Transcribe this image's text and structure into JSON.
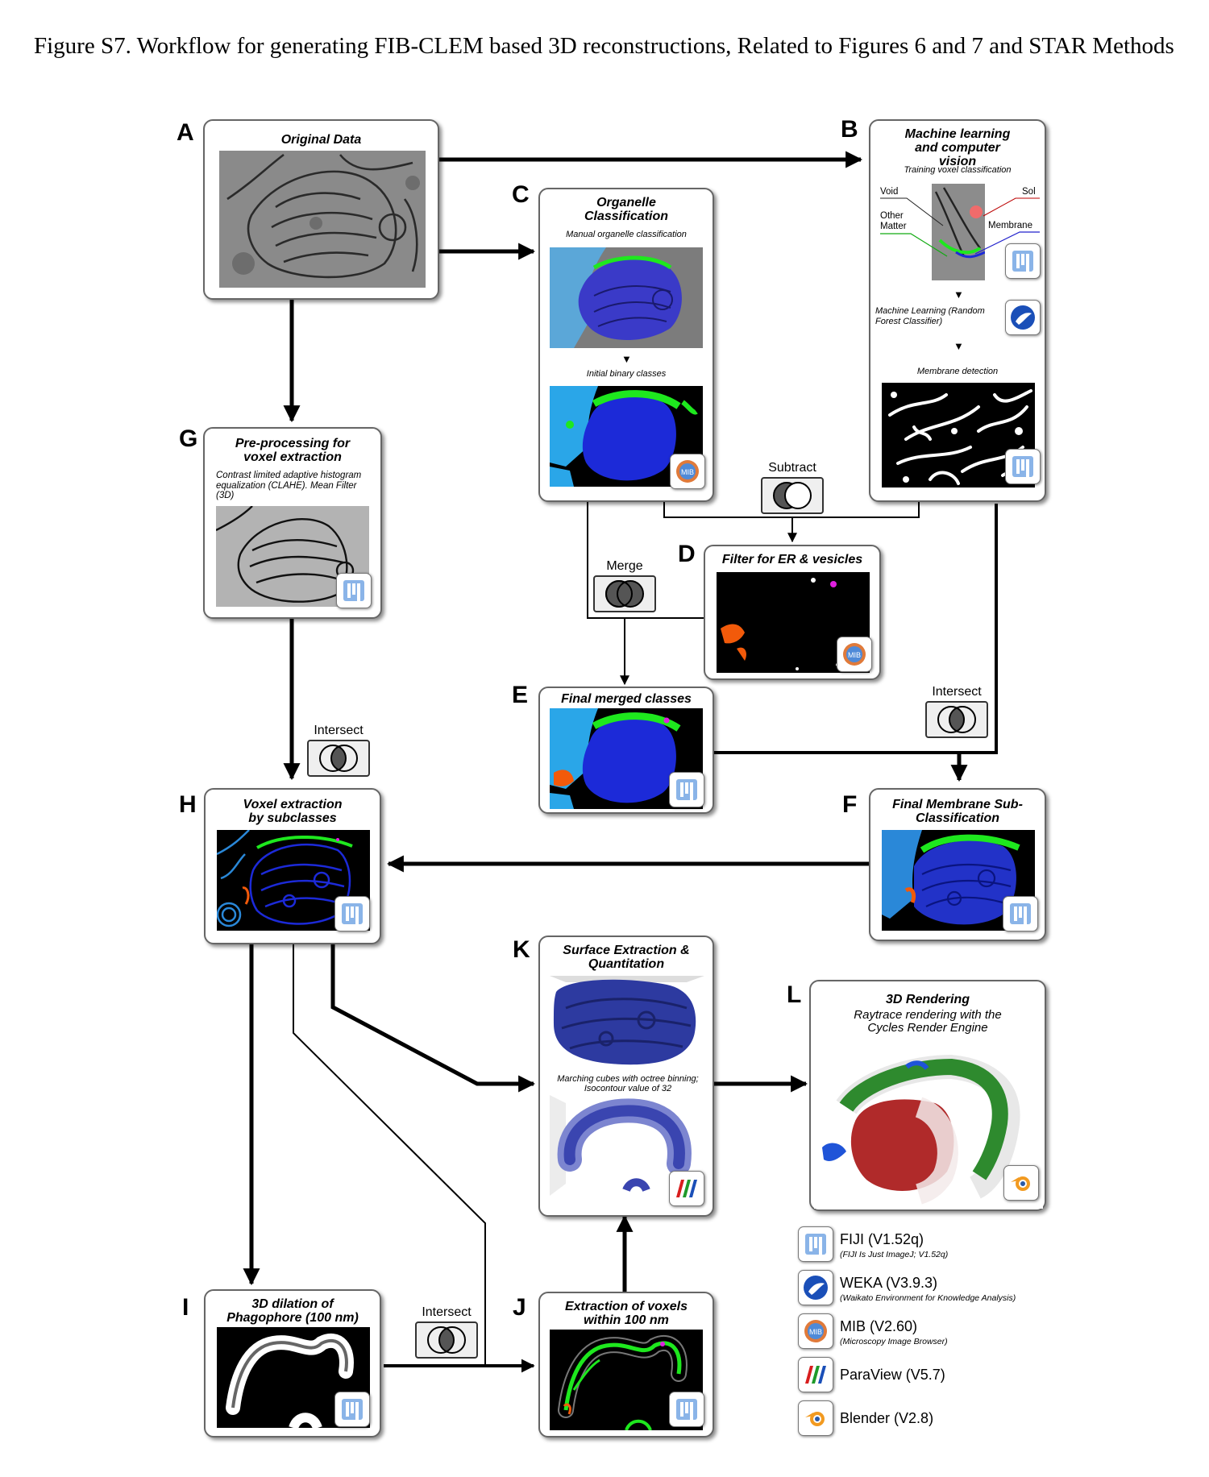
{
  "figure_title": "Figure S7. Workflow for generating FIB-CLEM based 3D reconstructions, Related to Figures 6 and 7 and STAR Methods",
  "panels": {
    "A": {
      "letter": "A",
      "title": "Original Data"
    },
    "B": {
      "letter": "B",
      "title": "Machine learning and computer vision",
      "sub1": "Training voxel classification",
      "labels": {
        "void": "Void",
        "sol": "Sol",
        "other": "Other Matter",
        "membrane": "Membrane"
      },
      "ml_note": "Machine Learning (Random Forest Classifier)",
      "sub2": "Membrane detection"
    },
    "C": {
      "letter": "C",
      "title": "Organelle Classification",
      "sub1": "Manual organelle classification",
      "sub2": "Initial binary classes"
    },
    "D": {
      "letter": "D",
      "title": "Filter for ER & vesicles"
    },
    "E": {
      "letter": "E",
      "title": "Final merged classes"
    },
    "F": {
      "letter": "F",
      "title": "Final Membrane Sub-Classification"
    },
    "G": {
      "letter": "G",
      "title": "Pre-processing for voxel extraction",
      "note": "Contrast limited adaptive histogram equalization (CLAHE). Mean Filter (3D)"
    },
    "H": {
      "letter": "H",
      "title": "Voxel extraction by subclasses"
    },
    "I": {
      "letter": "I",
      "title": "3D dilation of Phagophore (100 nm)"
    },
    "J": {
      "letter": "J",
      "title": "Extraction of voxels within 100 nm"
    },
    "K": {
      "letter": "K",
      "title": "Surface Extraction & Quantitation",
      "note": "Marching cubes with octree binning; Isocontour value of 32"
    },
    "L": {
      "letter": "L",
      "title": "3D Rendering",
      "sub": "Raytrace rendering with the Cycles Render Engine"
    }
  },
  "operations": {
    "subtract": "Subtract",
    "merge": "Merge",
    "intersect_ef": "Intersect",
    "intersect_gh": "Intersect",
    "intersect_ij": "Intersect"
  },
  "legend": [
    {
      "icon": "fiji-icon",
      "name": "FIJI  (V1.52q)",
      "desc": "(FIJI Is Just ImageJ; V1.52q)"
    },
    {
      "icon": "weka-icon",
      "name": "WEKA (V3.9.3)",
      "desc": "(Waikato Environment for Knowledge Analysis)"
    },
    {
      "icon": "mib-icon",
      "name": "MIB (V2.60)",
      "desc": "(Microscopy Image Browser)"
    },
    {
      "icon": "paraview-icon",
      "name": "ParaView (V5.7)",
      "desc": ""
    },
    {
      "icon": "blender-icon",
      "name": "Blender (V2.8)",
      "desc": ""
    }
  ],
  "colors": {
    "cyan": "#2aa6e8",
    "navy": "#1c2ad8",
    "green": "#1ee81e",
    "orange": "#f25a0a",
    "magenta": "#e020e0"
  }
}
